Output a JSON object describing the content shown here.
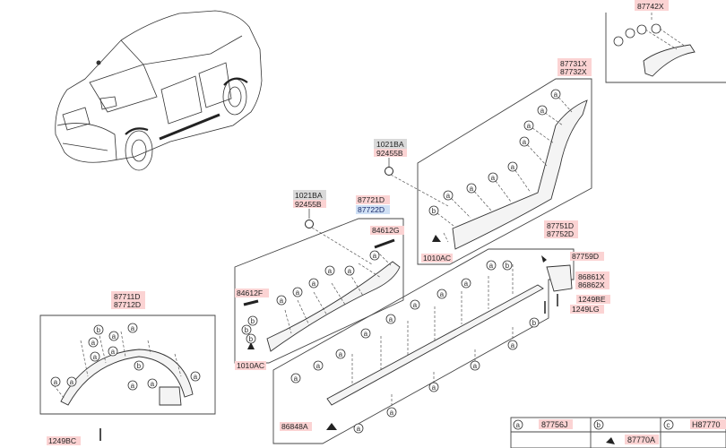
{
  "labels": {
    "top_right": "87742X",
    "rear_upper_a": "87731X",
    "rear_upper_b": "87732X",
    "bolt_a_top": "1021BA",
    "bolt_b_top": "92455B",
    "bolt_a_mid": "1021BA",
    "bolt_b_mid": "92455B",
    "front_door_a": "87721D",
    "front_door_b": "87722D",
    "clip_84612G": "84612G",
    "clip_84612F": "84612F",
    "clip_1010AC_mid": "1010AC",
    "clip_1010AC_rear": "1010AC",
    "sill_a": "87751D",
    "sill_b": "87752D",
    "part_87759D": "87759D",
    "flap_a": "86861X",
    "flap_b": "86862X",
    "screw_1249BE": "1249BE",
    "screw_1249LG": "1249LG",
    "fender_a": "87711D",
    "fender_b": "87712D",
    "clip_86848A": "86848A",
    "screw_1249BC": "1249BC"
  },
  "legend": {
    "a_key": "a",
    "a_code": "87756J",
    "b_key": "b",
    "b_code": "87770A",
    "c_key": "c",
    "c_code": "H87770"
  },
  "callouts": {
    "a": "a",
    "b": "b"
  }
}
